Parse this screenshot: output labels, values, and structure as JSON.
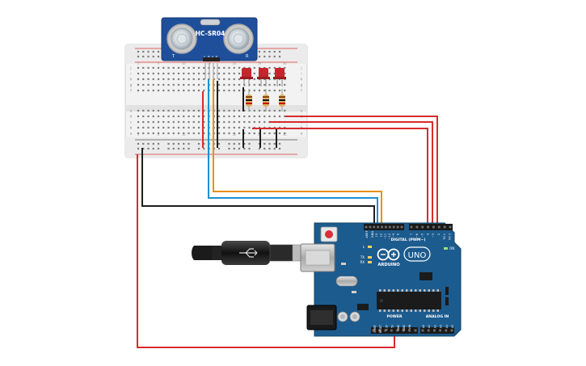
{
  "sensor": {
    "model_label": "HC-SR04",
    "pins": [
      "Vcc",
      "Trig",
      "Echo",
      "Gnd"
    ],
    "corner_left": "T",
    "corner_right": "R"
  },
  "breadboard": {
    "row_letters_top": [
      "j",
      "i",
      "h",
      "g",
      "f"
    ],
    "row_letters_bottom": [
      "e",
      "d",
      "c",
      "b",
      "a"
    ],
    "column_numbers": [
      "1",
      "5",
      "10",
      "15",
      "20",
      "25",
      "30"
    ]
  },
  "arduino": {
    "brand": "ARDUINO",
    "model": "UNO",
    "digital_header_label": "DIGITAL (PWM~)",
    "power_header_label": "POWER",
    "analog_header_label": "ANALOG IN",
    "led_labels": [
      "L",
      "TX",
      "RX"
    ],
    "on_label": "ON",
    "aref_label": "AREF",
    "gnd_label": "GND",
    "power_pins": [
      "IOREF",
      "RESET",
      "3.3V",
      "5V",
      "GND",
      "GND",
      "VIN"
    ],
    "analog_pins": [
      "A0",
      "A1",
      "A2",
      "A3",
      "A4",
      "A5"
    ],
    "digital_pins_high": [
      "13",
      "12",
      "~11",
      "~10",
      "~9",
      "8"
    ],
    "digital_pins_low": [
      "7",
      "~6",
      "~5",
      "4",
      "~3",
      "2",
      "TX 1",
      "RX 0"
    ]
  },
  "colors": {
    "wire_red": "#d92b2b",
    "wire_black": "#1e1e1e",
    "wire_orange": "#e8900f",
    "wire_blue": "#1f8fd1",
    "board_blue": "#1c5b8e",
    "led_red": "#c6262b",
    "sensor_blue": "#1f4f9a"
  }
}
